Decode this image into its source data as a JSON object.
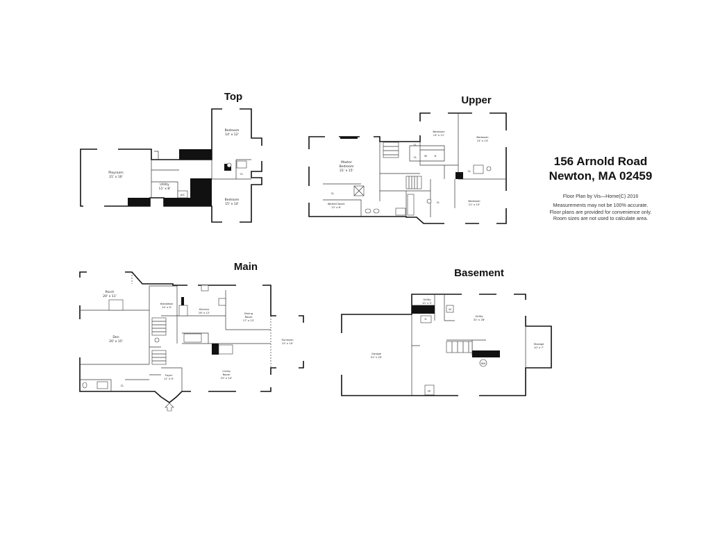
{
  "address": {
    "line1": "156 Arnold Road",
    "line2": "Newton, MA 02459"
  },
  "notes": [
    "Floor Plan by Vis—Home(C) 2016",
    "Measurements may not be 100% accurate.",
    "Floor plans are provided for convenience only.",
    "Room sizes are not used to calculate area."
  ],
  "floors": {
    "top": {
      "title": "Top",
      "rooms": [
        {
          "name": "Playroom",
          "size": "21' x 16'"
        },
        {
          "name": "Bedroom",
          "size": "14' x 12'"
        },
        {
          "name": "Utility",
          "size": "11' x 8'"
        },
        {
          "name": "Bedroom",
          "size": "15' x 14'"
        }
      ],
      "labels": [
        "A/C",
        "CL"
      ]
    },
    "upper": {
      "title": "Upper",
      "rooms": [
        {
          "name": "Master",
          "name2": "Bedroom",
          "size": "21' x 15'"
        },
        {
          "name": "WalkinCloset",
          "size": "13' x 6'"
        },
        {
          "name": "Bedroom",
          "size": "14' x 11'"
        },
        {
          "name": "Bedroom",
          "size": "14' x 14'"
        },
        {
          "name": "Bedroom",
          "size": "21' x 13'"
        }
      ],
      "labels": [
        "CL",
        "CL",
        "CL",
        "CL",
        "CL",
        "W",
        "D"
      ]
    },
    "main": {
      "title": "Main",
      "rooms": [
        {
          "name": "Porch",
          "size": "20' x 11'"
        },
        {
          "name": "Breakfast",
          "size": "14' x 9'"
        },
        {
          "name": "Kitchen",
          "size": "16' x 12'"
        },
        {
          "name": "Dining",
          "name2": "Room",
          "size": "17' x 12'"
        },
        {
          "name": "Den",
          "size": "20' x 15'"
        },
        {
          "name": "Sunroom",
          "size": "15' x 10'"
        },
        {
          "name": "Living",
          "name2": "Room",
          "size": "25' x 14'"
        },
        {
          "name": "Foyer",
          "size": "11' x 9'"
        }
      ],
      "labels": [
        "CL"
      ]
    },
    "basement": {
      "title": "Basement",
      "rooms": [
        {
          "name": "Utility",
          "size": "10' x 5'"
        },
        {
          "name": "Utility",
          "size": "32' x 28'"
        },
        {
          "name": "Garage",
          "size": "22' x 20'"
        },
        {
          "name": "Storage",
          "size": "10' x 7'"
        }
      ],
      "labels": [
        "WH",
        "FP",
        "D",
        "W"
      ]
    }
  }
}
